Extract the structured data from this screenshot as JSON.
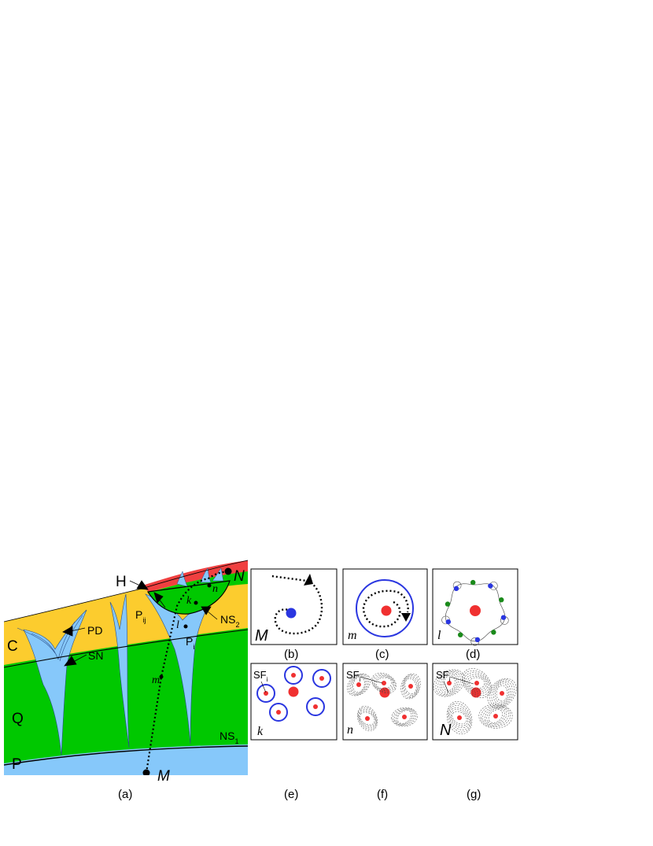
{
  "panel_a": {
    "region_labels": {
      "C": "C",
      "Q": "Q",
      "P": "P"
    },
    "labels": {
      "H": "H",
      "PD": "PD",
      "SN": "SN",
      "NS1": "NS",
      "NS1_sub": "1",
      "NS2": "NS",
      "NS2_sub": "2",
      "Pij": "P",
      "Pij_sub": "ij",
      "Pi": "P",
      "Pi_sub": "i"
    },
    "path_points": {
      "M": "M",
      "m": "m",
      "l": "l",
      "k": "k",
      "n": "n",
      "N": "N"
    },
    "caption": "(a)",
    "colors": {
      "yellow": "#fccc2e",
      "green": "#00c800",
      "blue": "#86c8fa",
      "red": "#f04040"
    }
  },
  "panels": [
    {
      "id": "b",
      "caption": "(b)",
      "corner": "M",
      "corner_style": "sans-italic"
    },
    {
      "id": "c",
      "caption": "(c)",
      "corner": "m",
      "corner_style": "serif-italic"
    },
    {
      "id": "d",
      "caption": "(d)",
      "corner": "l",
      "corner_style": "serif-italic"
    },
    {
      "id": "e",
      "caption": "(e)",
      "corner": "k",
      "corner_style": "serif-italic",
      "sf": "SF",
      "sf_sub": "i"
    },
    {
      "id": "f",
      "caption": "(f)",
      "corner": "n",
      "corner_style": "serif-italic",
      "sf": "SF",
      "sf_sub": "i"
    },
    {
      "id": "g",
      "caption": "(g)",
      "corner": "N",
      "corner_style": "sans-italic",
      "sf": "SF",
      "sf_sub": "i"
    }
  ]
}
